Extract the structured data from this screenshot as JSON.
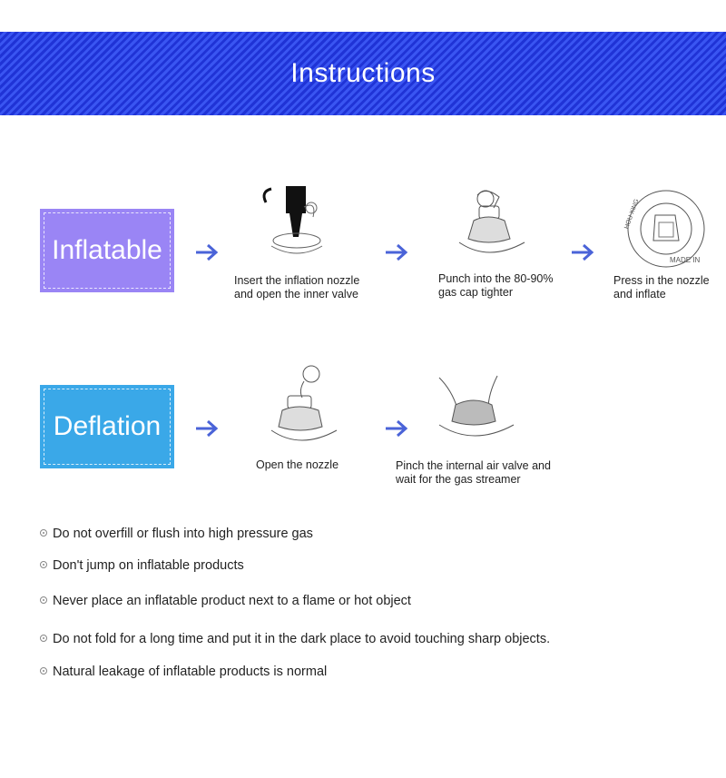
{
  "banner": {
    "title": "Instructions"
  },
  "inflatable": {
    "label": "Inflatable",
    "steps": [
      {
        "icon": "nozzle-insert-icon",
        "caption": "Insert the inflation nozzle\nand open the inner valve"
      },
      {
        "icon": "valve-cap-icon",
        "caption": "Punch into the 80-90%\ngas cap tighter"
      },
      {
        "icon": "valve-top-view-icon",
        "caption": "Press in the nozzle\nand inflate"
      }
    ]
  },
  "deflation": {
    "label": "Deflation",
    "steps": [
      {
        "icon": "open-nozzle-icon",
        "caption": "Open the nozzle"
      },
      {
        "icon": "pinch-valve-icon",
        "caption": "Pinch the internal air valve and\nwait for the gas streamer"
      }
    ]
  },
  "valve_text": {
    "made_in": "MADE IN",
    "houxing": "HOU XING"
  },
  "tips": [
    "Do not overfill or flush into high pressure gas",
    "Don't jump on inflatable products",
    "Never place an inflatable product next to a flame or hot object",
    "Do not fold for a long time and put it in the dark place to avoid touching sharp objects.",
    "Natural leakage of inflatable products is normal"
  ],
  "colors": {
    "banner": "#2b3fe0",
    "inflatable": "#9a85f5",
    "deflation": "#3aa8e8",
    "arrow": "#4a63d8"
  }
}
